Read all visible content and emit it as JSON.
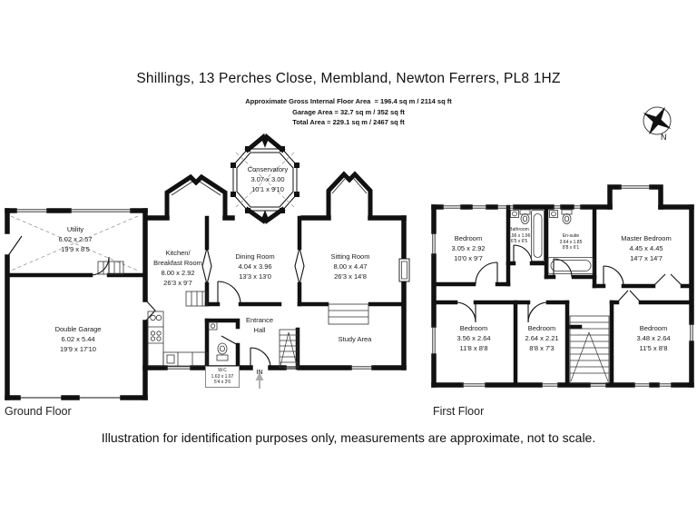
{
  "title": "Shillings, 13 Perches Close, Membland, Newton Ferrers, PL8 1HZ",
  "area_summary": {
    "gross": "Approximate Gross Internal Floor Area  = 196.4 sq m / 2114 sq ft",
    "garage": "Garage Area = 32.7 sq m / 352 sq ft",
    "total": "Total Area = 229.1 sq m / 2467 sq ft"
  },
  "compass": {
    "north_label": "N"
  },
  "ground_floor": {
    "caption": "Ground Floor",
    "entrance_label": "IN",
    "rooms": [
      {
        "name": "Conservatory",
        "metric": "3.07 x 3.00",
        "imperial": "10'1 x 9'10"
      },
      {
        "name": "Utility",
        "metric": "6.02 x 2.57",
        "imperial": "19'9 x 8'5"
      },
      {
        "name": "Kitchen/\nBreakfast Room",
        "metric": "8.00 x 2.92",
        "imperial": "26'3 x 9'7"
      },
      {
        "name": "Dining Room",
        "metric": "4.04 x 3.96",
        "imperial": "13'3 x 13'0"
      },
      {
        "name": "Sitting Room",
        "metric": "8.00 x 4.47",
        "imperial": "26'3 x 14'8"
      },
      {
        "name": "Double Garage",
        "metric": "6.02 x 5.44",
        "imperial": "19'9 x 17'10"
      },
      {
        "name": "Entrance\nHall",
        "metric": "",
        "imperial": ""
      },
      {
        "name": "Study Area",
        "metric": "",
        "imperial": ""
      },
      {
        "name": "W.C",
        "metric": "1.63 x 1.07",
        "imperial": "5'4 x 3'6"
      }
    ]
  },
  "first_floor": {
    "caption": "First Floor",
    "rooms": [
      {
        "name": "Bedroom",
        "metric": "3.05 x 2.92",
        "imperial": "10'0 x 9'7"
      },
      {
        "name": "Bathroom",
        "metric": "1.96 x 1.96",
        "imperial": "6'5 x 6'5"
      },
      {
        "name": "En-suite",
        "metric": "2.64 x 1.85",
        "imperial": "8'8 x 6'1"
      },
      {
        "name": "Master Bedroom",
        "metric": "4.45 x 4.45",
        "imperial": "14'7 x 14'7"
      },
      {
        "name": "Bedroom",
        "metric": "3.56 x 2.64",
        "imperial": "11'8 x 8'8"
      },
      {
        "name": "Bedroom",
        "metric": "2.64 x 2.21",
        "imperial": "8'8 x 7'3"
      },
      {
        "name": "Bedroom",
        "metric": "3.48 x 2.64",
        "imperial": "11'5 x 8'8"
      }
    ]
  },
  "disclaimer": "Illustration for identification purposes only, measurements are approximate, not to scale."
}
